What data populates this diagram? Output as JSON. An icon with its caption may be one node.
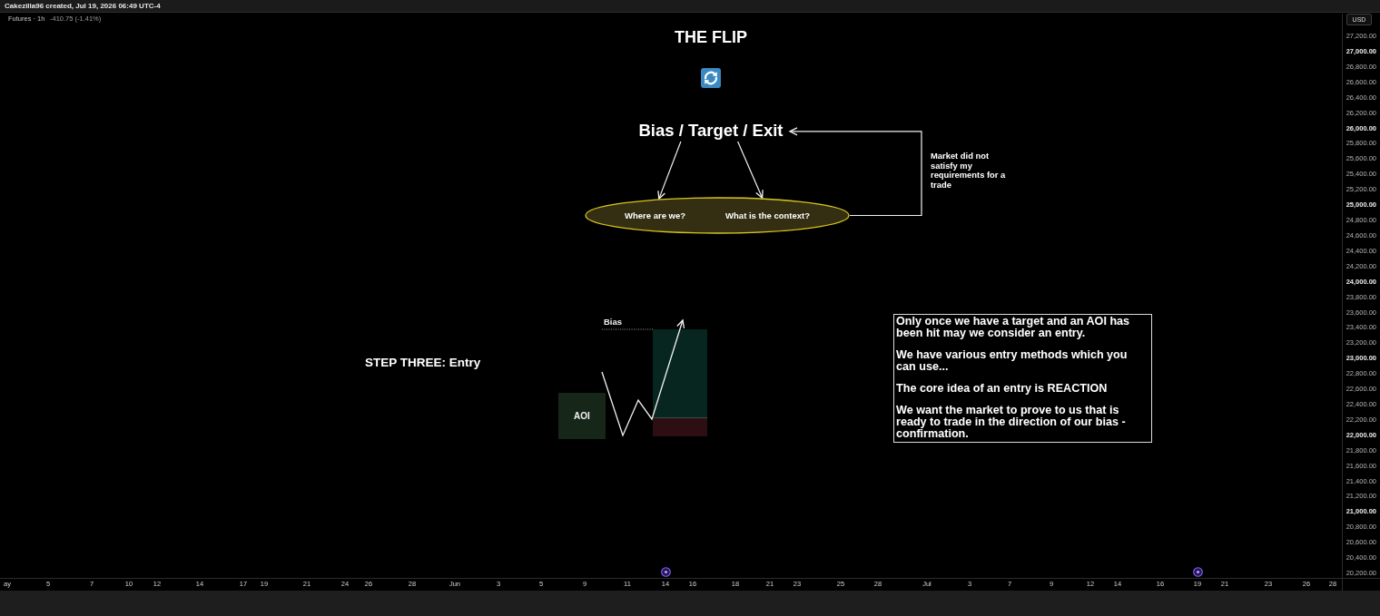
{
  "diagram": {
    "title": "THE FLIP",
    "nodes": [
      {
        "text": [
          "Bias / Target / Exit"
        ]
      },
      {
        "text": [
          "Where are we?",
          "What is the context?"
        ]
      },
      {
        "text": [
          "AOI"
        ]
      },
      {
        "text": [],
        "shape": "box"
      },
      {
        "text": [],
        "shape": "box"
      },
      {
        "text": [
          "Only once we have a target and an AOI has been hit may we consider an entry.",
          "We have various entry methods which you can use...",
          "The core idea of an entry is REACTION",
          "We want the market to prove to us that is ready to trade in the direction of our bias - confirmation."
        ]
      }
    ],
    "edges": [
      {
        "from": 0,
        "to": 1,
        "arrow": "to"
      },
      {
        "from": 0,
        "to": 1,
        "arrow": "to"
      },
      {
        "from": 1,
        "to": 0,
        "arrow": "to",
        "label": "Market did not satisfy my requirements for a trade"
      }
    ],
    "labels": [
      "Cakezilla96 created, Jul 19, 2026 06:49 UTC-4",
      "Futures · 1h",
      "-410.75 (-1.41%)",
      "USD",
      "27,200.00",
      "27,000.00",
      "26,800.00",
      "26,600.00",
      "26,400.00",
      "26,200.00",
      "26,000.00",
      "25,800.00",
      "25,600.00",
      "25,400.00",
      "25,200.00",
      "25,000.00",
      "24,800.00",
      "24,600.00",
      "24,400.00",
      "24,200.00",
      "24,000.00",
      "23,800.00",
      "23,600.00",
      "23,400.00",
      "23,200.00",
      "23,000.00",
      "22,800.00",
      "22,600.00",
      "22,400.00",
      "22,200.00",
      "22,000.00",
      "21,800.00",
      "21,600.00",
      "21,400.00",
      "21,200.00",
      "21,000.00",
      "20,800.00",
      "20,600.00",
      "20,400.00",
      "20,200.00",
      "Bias",
      "STEP THREE: Entry",
      "ay",
      "5",
      "7",
      "10",
      "12",
      "14",
      "17",
      "19",
      "21",
      "24",
      "26",
      "28",
      "Jun",
      "3",
      "5",
      "9",
      "11",
      "14",
      "16",
      "18",
      "21",
      "23",
      "25",
      "28",
      "Jul",
      "3",
      "7",
      "9",
      "12",
      "14",
      "16",
      "19",
      "21",
      "23",
      "26",
      "28"
    ]
  }
}
